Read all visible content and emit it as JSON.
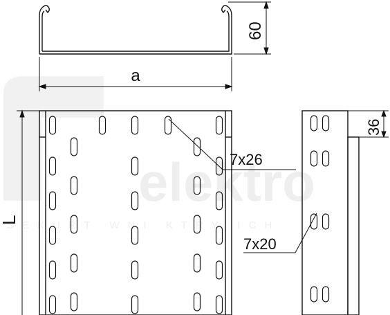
{
  "dimensions": {
    "width_label": "a",
    "height_label": "60",
    "length_label": "L",
    "side_height_label": "36",
    "bottom_perforation_label": "7x26",
    "side_perforation_label": "7x20"
  },
  "watermark": {
    "logo_text": "elektro",
    "tagline": "SEKURT WNI KTRY ICH"
  },
  "colors": {
    "line": "#111111",
    "watermark": "#eeeeee",
    "background": "#ffffff"
  }
}
